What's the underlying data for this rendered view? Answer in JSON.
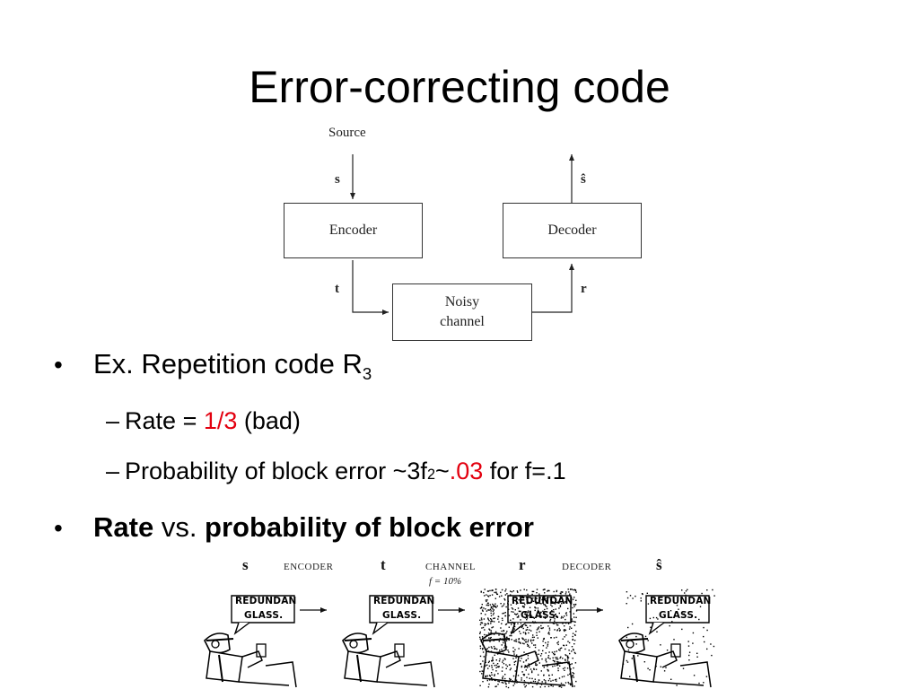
{
  "slide": {
    "title": "Error-correcting code"
  },
  "diagram": {
    "source_label": "Source",
    "encoder_label": "Encoder",
    "decoder_label": "Decoder",
    "channel_label_line1": "Noisy",
    "channel_label_line2": "channel",
    "sym_s": "s",
    "sym_s_hat": "ŝ",
    "sym_t": "t",
    "sym_r": "r"
  },
  "bullets": {
    "b1_text": "Ex. Repetition code R",
    "b1_sub": "3",
    "b1a_prefix": "Rate = ",
    "b1a_red": "1/3",
    "b1a_suffix": " (bad)",
    "b1b_prefix": "Probability of block error ~3f",
    "b1b_sup": "2",
    "b1b_mid": "~",
    "b1b_red": ".03",
    "b1b_suffix": " for f=.1",
    "b2_bold1": "Rate",
    "b2_mid": " vs. ",
    "b2_bold2": "probability of block error"
  },
  "strip": {
    "sym_s": "s",
    "encoder": "ENCODER",
    "sym_t": "t",
    "channel": "CHANNEL",
    "channel_f": "f = 10%",
    "sym_r": "r",
    "decoder": "DECODER",
    "sym_s_hat": "ŝ",
    "bubble_line1": "REDUNDAN",
    "bubble_line2": "GLASS."
  },
  "colors": {
    "highlight": "#e3000f"
  }
}
